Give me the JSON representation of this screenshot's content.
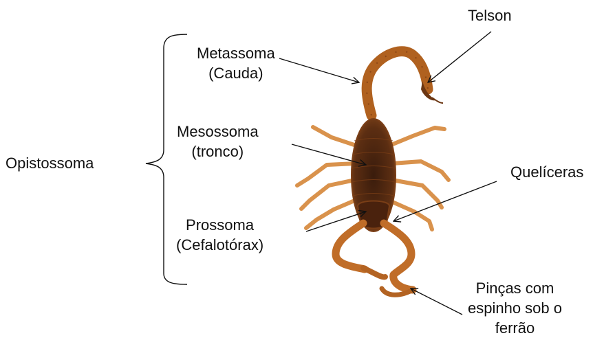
{
  "labels": {
    "opistossoma": "Opistossoma",
    "metassoma": {
      "line1": "Metassoma",
      "line2": "(Cauda)"
    },
    "mesossoma": {
      "line1": "Mesossoma",
      "line2": "(tronco)"
    },
    "prossoma": {
      "line1": "Prossoma",
      "line2": "(Cefalotórax)"
    },
    "telson": "Telson",
    "queliceras": "Quelíceras",
    "pincas": {
      "line1": "Pinças com",
      "line2": "espinho sob o",
      "line3": "ferrão"
    }
  },
  "colors": {
    "body": "#a3581d",
    "body_dark": "#5a2c12",
    "leg": "#d9924c",
    "pincer": "#c06d28",
    "text": "#111111",
    "lines": "#111111"
  }
}
